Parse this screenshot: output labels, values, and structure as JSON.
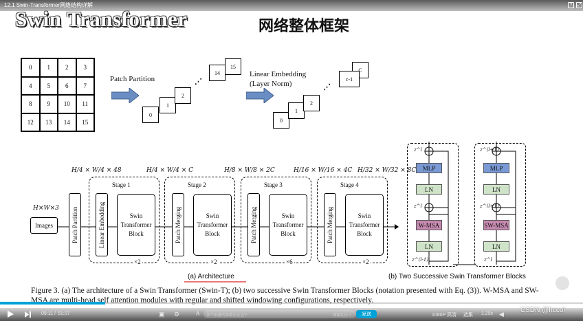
{
  "video": {
    "title": "12.1 Swin-Transformer网络结构详解"
  },
  "slide": {
    "title": "Swin Transformer",
    "heading": "网络整体框架",
    "grid_numbers": [
      "0",
      "1",
      "2",
      "3",
      "4",
      "5",
      "6",
      "7",
      "8",
      "9",
      "10",
      "11",
      "12",
      "13",
      "14",
      "15"
    ],
    "patch_partition_label": "Patch Partition",
    "linear_embedding_label": "Linear Embedding",
    "layer_norm_label": "(Layer Norm)",
    "patches_a": [
      "0",
      "1",
      "2",
      "14",
      "15"
    ],
    "patches_b": [
      "0",
      "1",
      "2",
      "c-1",
      "C"
    ],
    "arch": {
      "input_dim": "H×W×3",
      "images": "Images",
      "patch_partition": "Patch Partition",
      "linear_embedding": "Linear Embedding",
      "patch_merging": "Patch Merging",
      "swin_block": [
        "Swin",
        "Transformer",
        "Block"
      ],
      "dims": [
        "H/4 × W/4 × 48",
        "H/4 × W/4 × C",
        "H/8 × W/8 × 2C",
        "H/16 × W/16 × 4C",
        "H/32 × W/32 × 8C"
      ],
      "stages": [
        "Stage 1",
        "Stage 2",
        "Stage 3",
        "Stage 4"
      ],
      "repeats": [
        "×2",
        "×2",
        "×6",
        "×2"
      ],
      "caption": "(a) Architecture"
    },
    "blocks": {
      "mlp": "MLP",
      "ln": "LN",
      "wmsa": "W-MSA",
      "swmsa": "SW-MSA",
      "z_l": "z^l",
      "z_lm1": "z^(l-1)",
      "z_lp1": "z^(l+1)",
      "caption": "(b) Two Successive Swin Transformer Blocks"
    },
    "figure_caption": "Figure 3. (a) The architecture of a Swin Transformer (Swin-T); (b) two successive Swin Transformer Blocks (notation presented with Eq. (3)). W-MSA and SW-MSA are multi-head self attention modules with regular and shifted windowing configurations, respectively."
  },
  "player": {
    "time_current": "09:11",
    "time_total": "51:07",
    "danmu_placeholder": "发个友善的弹幕见证当下",
    "etiquette": "弹幕礼仪 >",
    "send": "发送",
    "quality": "1080P 高清",
    "select": "选集",
    "speed": "1.25x",
    "progress": 0.18
  },
  "watermark": "CSDN @hccol",
  "colors": {
    "progress": "#00a1d6",
    "mlp": "#7a9ad6",
    "ln": "#cfe3c8",
    "msa": "#c78ab0",
    "arrow": "#6a8ec4"
  }
}
